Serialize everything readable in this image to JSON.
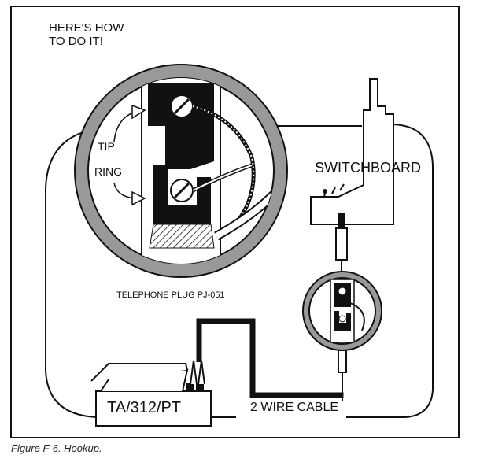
{
  "heading": "HERE'S HOW\nTO DO IT!",
  "labels": {
    "tip": "TIP",
    "ring": "RING",
    "switchboard": "SWITCHBOARD",
    "plug": "TELEPHONE PLUG PJ-051",
    "cable": "2 WIRE CABLE",
    "device": "TA/312/PT"
  },
  "caption": "Figure F-6. Hookup."
}
